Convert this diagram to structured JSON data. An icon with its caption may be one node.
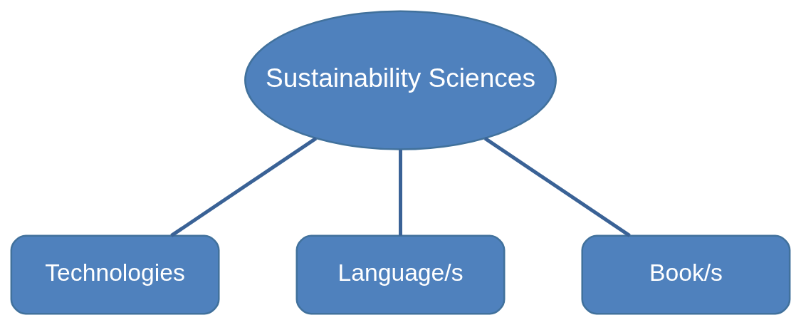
{
  "diagram": {
    "nodes": [
      {
        "text": [
          "Sustainability Sciences"
        ]
      },
      {
        "text": [
          "Technologies"
        ]
      },
      {
        "text": [
          "Language/s"
        ]
      },
      {
        "text": [
          "Book/s"
        ]
      }
    ],
    "edges": [
      {
        "from": 0,
        "to": 1,
        "arrow": "none"
      },
      {
        "from": 0,
        "to": 2,
        "arrow": "none"
      },
      {
        "from": 0,
        "to": 3,
        "arrow": "none"
      }
    ]
  }
}
